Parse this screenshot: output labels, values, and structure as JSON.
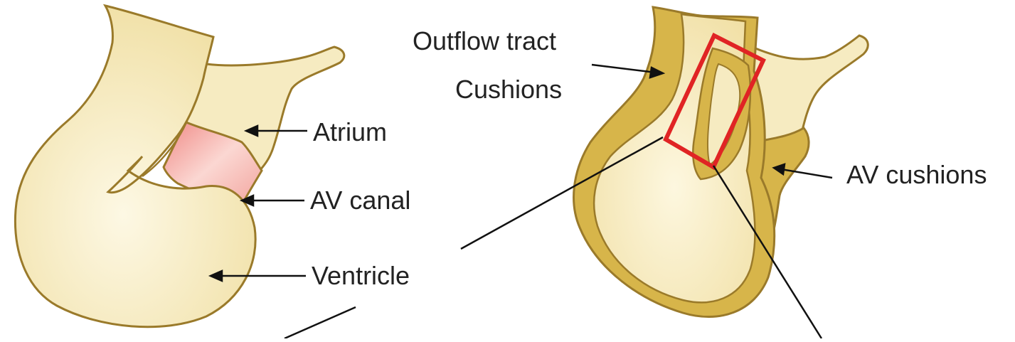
{
  "colors": {
    "tissue_fill": "#f4e6b4",
    "tissue_light": "#fbf4d9",
    "tissue_outline": "#9a7a2a",
    "cushion_fill": "#d7b54a",
    "canal_fill": "#f5b6b0",
    "highlight_box": "#e02424",
    "arrow": "#111111",
    "text": "#222222"
  },
  "left_heart": {
    "labels": {
      "atrium": "Atrium",
      "av_canal": "AV canal",
      "ventricle": "Ventricle"
    }
  },
  "right_heart": {
    "labels": {
      "outflow_tract": "Outflow tract",
      "cushions": "Cushions",
      "av_cushions": "AV cushions"
    }
  }
}
